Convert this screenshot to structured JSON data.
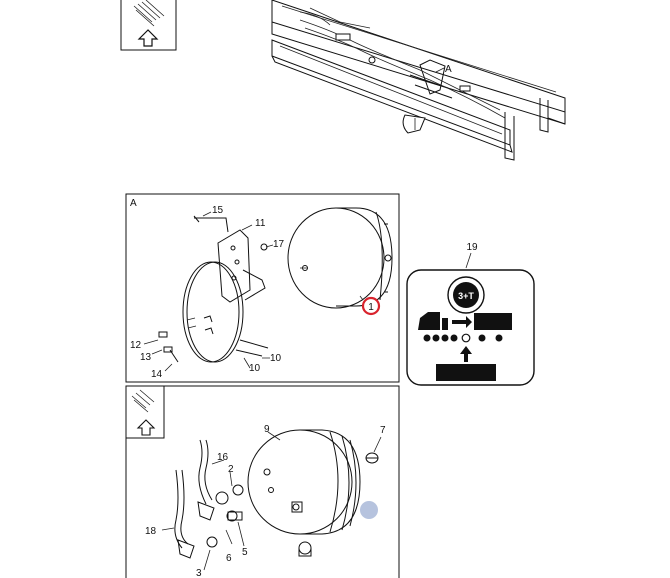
{
  "panel_a": {
    "title": "A",
    "callouts": [
      {
        "id": "c15",
        "text": "15"
      },
      {
        "id": "c11",
        "text": "11"
      },
      {
        "id": "c17",
        "text": "17"
      },
      {
        "id": "c12",
        "text": "12"
      },
      {
        "id": "c13",
        "text": "13"
      },
      {
        "id": "c14",
        "text": "14"
      },
      {
        "id": "c10a",
        "text": "10"
      },
      {
        "id": "c10b",
        "text": "10"
      },
      {
        "id": "c1",
        "text": "1"
      }
    ]
  },
  "overview": {
    "detail_marker": "A"
  },
  "variant_panel": {
    "part_callout": "19",
    "badge_text": "3+T"
  },
  "panel_b": {
    "callouts": [
      {
        "id": "c9",
        "text": "9"
      },
      {
        "id": "c7",
        "text": "7"
      },
      {
        "id": "c16",
        "text": "16"
      },
      {
        "id": "c2",
        "text": "2"
      },
      {
        "id": "c18",
        "text": "18"
      },
      {
        "id": "c6",
        "text": "6"
      },
      {
        "id": "c5",
        "text": "5"
      },
      {
        "id": "c3",
        "text": "3"
      }
    ]
  },
  "colors": {
    "highlight_ring": "#d9232d",
    "hover_dot": "#a9b9d8",
    "line": "#111111"
  },
  "icons": {
    "forward_arrow_icon": "up-arrow-in-box",
    "vehicle_config_icon": "truck-trailer-axle-diagram"
  }
}
